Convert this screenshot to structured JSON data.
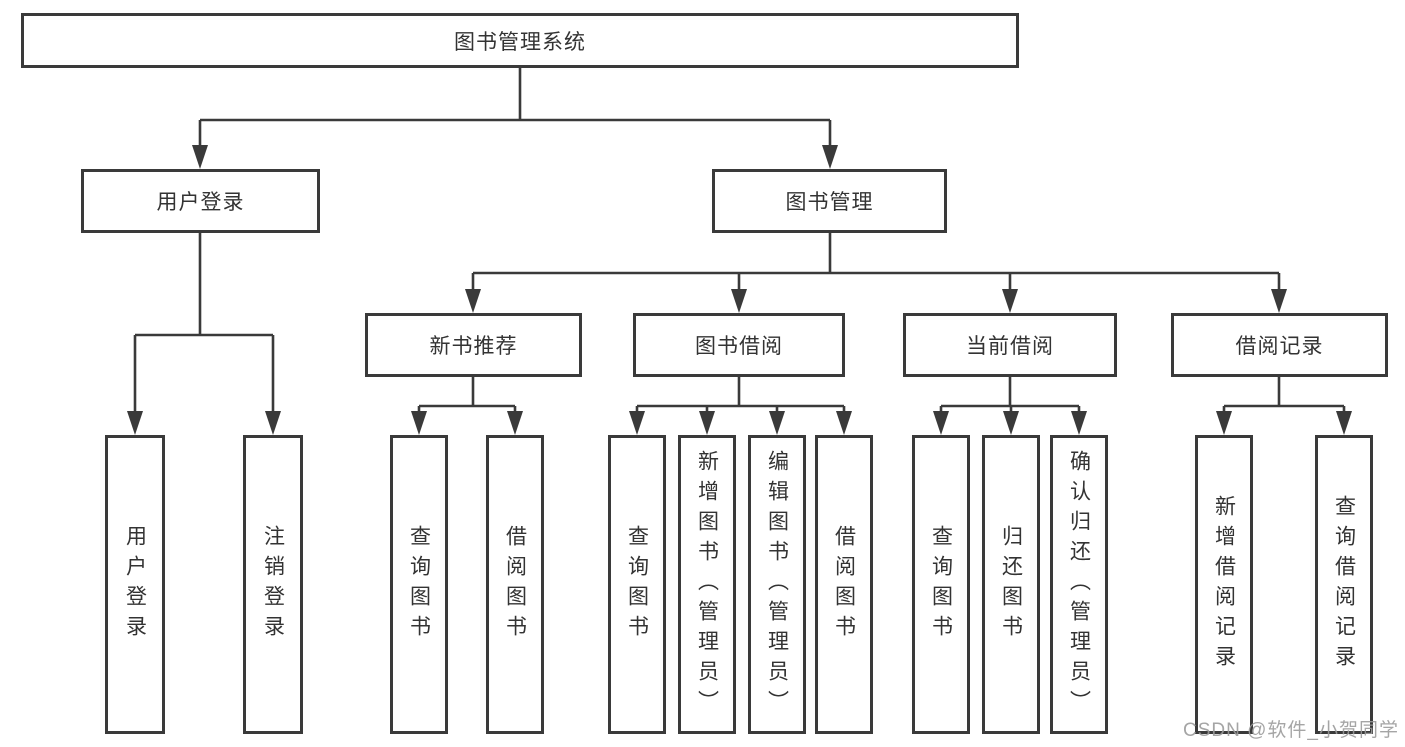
{
  "colors": {
    "line": "#3a3a3a",
    "box_border": "#3a3a3a",
    "text": "#333333",
    "background": "#ffffff",
    "watermark": "#9b9b9b"
  },
  "watermark": {
    "text": "CSDN @软件_小贺同学"
  },
  "tree": {
    "label": "图书管理系统",
    "children": [
      {
        "label": "用户登录",
        "children": [
          {
            "label": "用户登录"
          },
          {
            "label": "注销登录"
          }
        ]
      },
      {
        "label": "图书管理",
        "children": [
          {
            "label": "新书推荐",
            "children": [
              {
                "label": "查询图书"
              },
              {
                "label": "借阅图书"
              }
            ]
          },
          {
            "label": "图书借阅",
            "children": [
              {
                "label": "查询图书"
              },
              {
                "label": "新增图书（管理员）"
              },
              {
                "label": "编辑图书（管理员）"
              },
              {
                "label": "借阅图书"
              }
            ]
          },
          {
            "label": "当前借阅",
            "children": [
              {
                "label": "查询图书"
              },
              {
                "label": "归还图书"
              },
              {
                "label": "确认归还（管理员）"
              }
            ]
          },
          {
            "label": "借阅记录",
            "children": [
              {
                "label": "新增借阅记录"
              },
              {
                "label": "查询借阅记录"
              }
            ]
          }
        ]
      }
    ]
  }
}
